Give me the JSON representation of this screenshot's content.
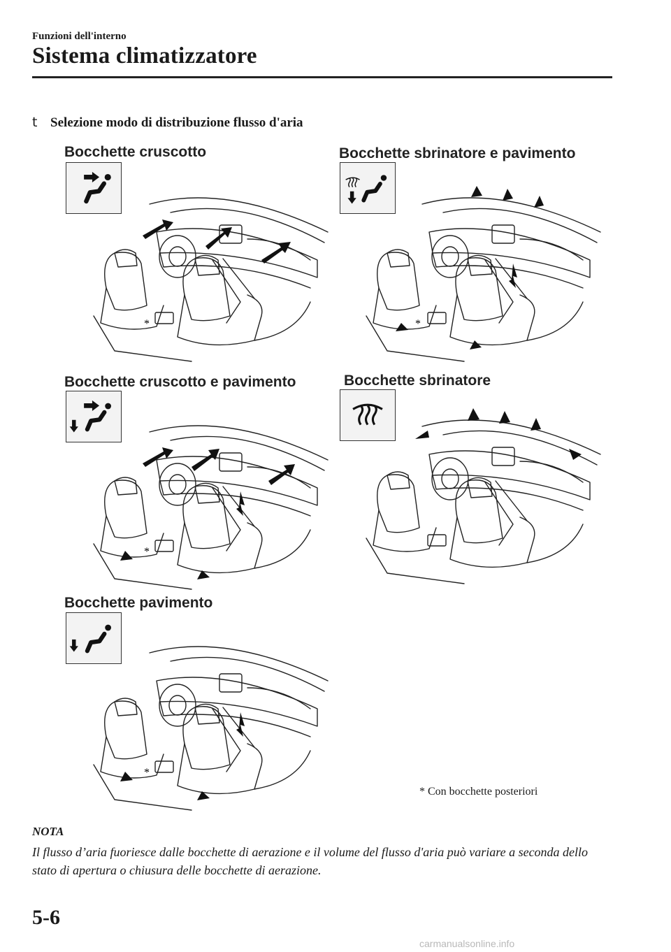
{
  "header": {
    "section": "Funzioni dell'interno",
    "title": "Sistema climatizzatore"
  },
  "subheading": {
    "bullet": "t",
    "text": "Selezione modo di distribuzione flusso d'aria"
  },
  "modes": [
    {
      "label": "Bocchette cruscotto",
      "icon": "vent-face-icon"
    },
    {
      "label": "Bocchette sbrinatore e pavimento",
      "icon": "vent-defrost-floor-icon"
    },
    {
      "label": "Bocchette cruscotto e pavimento",
      "icon": "vent-face-floor-icon"
    },
    {
      "label": "Bocchette sbrinatore",
      "icon": "vent-defrost-icon"
    },
    {
      "label": "Bocchette pavimento",
      "icon": "vent-floor-icon"
    }
  ],
  "asterisk": "*",
  "footnote": "* Con bocchette posteriori",
  "note": {
    "title": "NOTA",
    "body": "Il flusso d’aria fuoriesce dalle bocchette di aerazione e il volume del flusso d'aria può variare a seconda dello stato di apertura o chiusura delle bocchette di aerazione."
  },
  "page_number": "5-6",
  "watermark": "carmanualsonline.info"
}
